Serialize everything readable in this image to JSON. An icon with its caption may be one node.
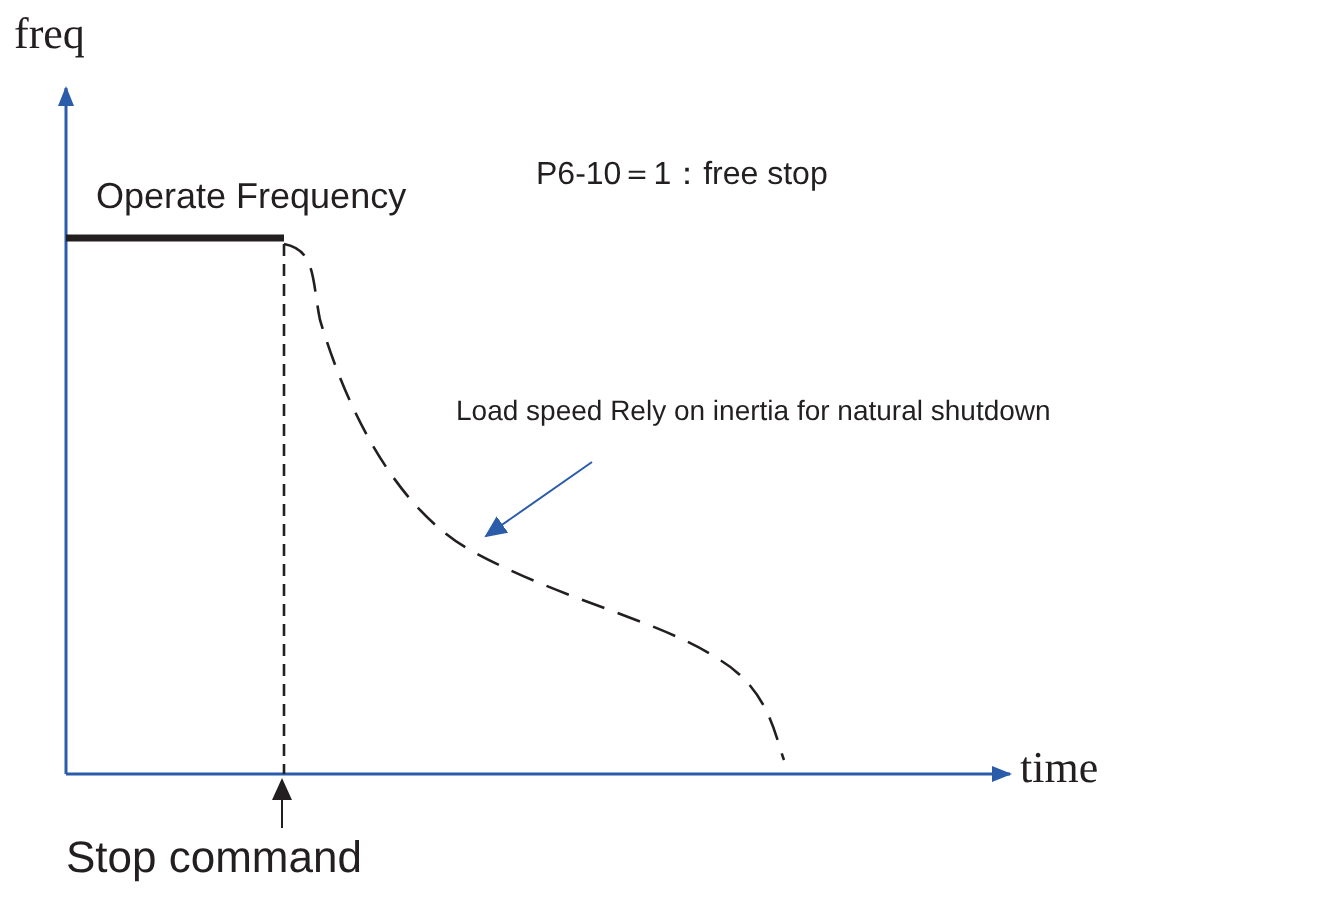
{
  "diagram": {
    "nodes": [
      {
        "text": [
          "Load speed Rely on inertia for natural shutdown"
        ]
      },
      {
        "text": [],
        "shape": "curve"
      },
      {
        "text": [
          "Stop command"
        ]
      },
      {
        "text": [],
        "shape": "line"
      }
    ],
    "edges": [
      {
        "from": 0,
        "to": 1,
        "arrow": "to",
        "color": "#2a5caa"
      },
      {
        "from": 2,
        "to": 3,
        "arrow": "to",
        "color": "#231f20"
      }
    ],
    "labels": [
      "freq",
      "P6-10＝1：free stop",
      "Operate Frequency",
      "time"
    ]
  }
}
